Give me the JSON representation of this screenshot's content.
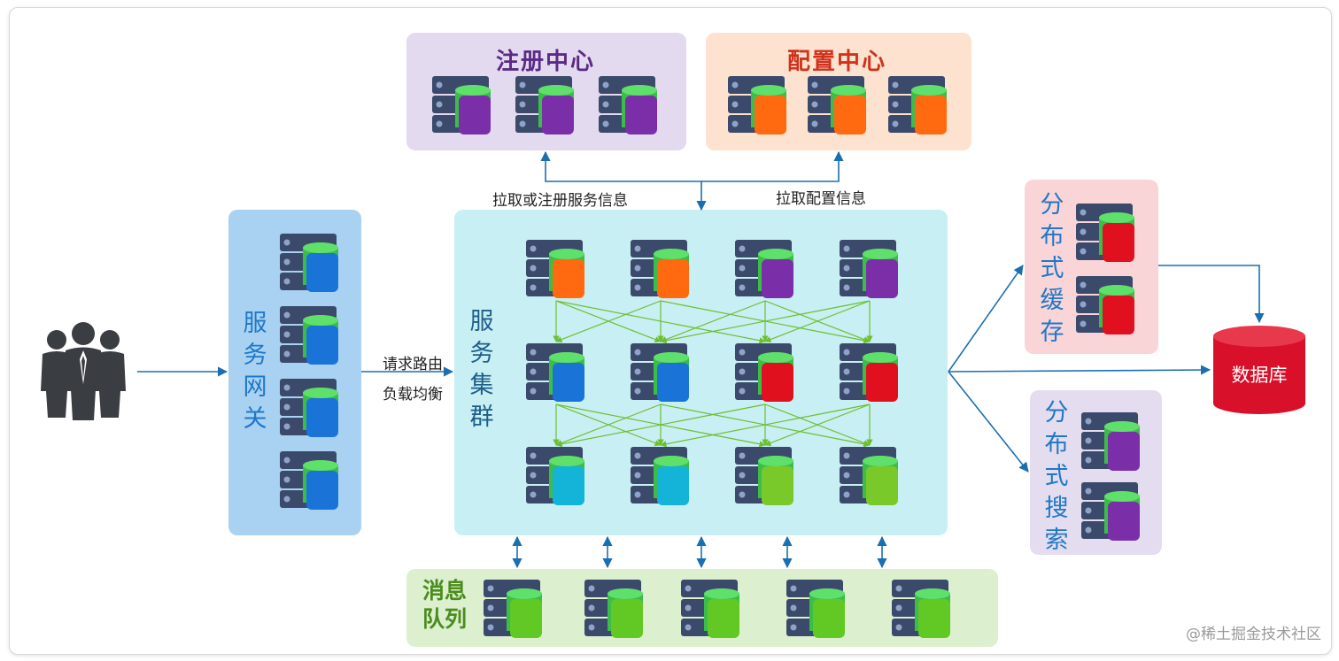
{
  "panels": {
    "registry": {
      "title": "注册中心",
      "color": "#5b2a86"
    },
    "config": {
      "title": "配置中心",
      "color": "#d0321c"
    },
    "gateway": {
      "title": "服务网关",
      "color": "#1f78c8"
    },
    "cluster": {
      "title": "服务集群",
      "color": "#1d5f8a"
    },
    "cache": {
      "title": "分布式缓存",
      "color": "#1f78c8"
    },
    "search": {
      "title": "分布式搜索",
      "color": "#1f78c8"
    },
    "mq": {
      "title": "消息队列",
      "color": "#4a8d1c"
    }
  },
  "labels": {
    "pull_register": "拉取或注册服务信息",
    "pull_config": "拉取配置信息",
    "route": "请求路由",
    "balance": "负载均衡"
  },
  "database": {
    "label": "数据库"
  },
  "watermark": "@稀土掘金技术社区",
  "icons": [
    "users-icon",
    "server-icon",
    "database-icon"
  ]
}
